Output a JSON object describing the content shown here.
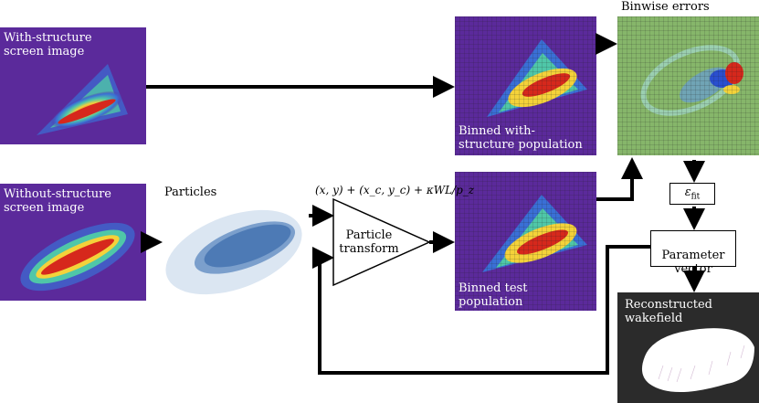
{
  "panels": {
    "with_structure": {
      "label": "With-structure\nscreen image"
    },
    "without_structure": {
      "label": "Without-structure\nscreen image"
    },
    "particles": {
      "label": "Particles"
    },
    "binned_with": {
      "label": "Binned with-\nstructure population"
    },
    "binned_test": {
      "label": "Binned test\npopulation"
    },
    "binwise": {
      "label": "Binwise errors"
    },
    "reconstructed": {
      "label": "Reconstructed\nwakefield"
    }
  },
  "transform": {
    "label": "Particle\ntransform",
    "equation": "(x, y) + (x_c, y_c) + κWL/p_z"
  },
  "fit_box": {
    "symbol": "ε",
    "subscript": "fit"
  },
  "parameter_box": {
    "label": "Parameter\nvector"
  },
  "colors": {
    "heatmap_background": "#5b2a9b",
    "error_background": "#86b66a",
    "arrow": "#000000",
    "particles": "#4d7ab5",
    "reconstructed_background": "#2b2b2b"
  }
}
